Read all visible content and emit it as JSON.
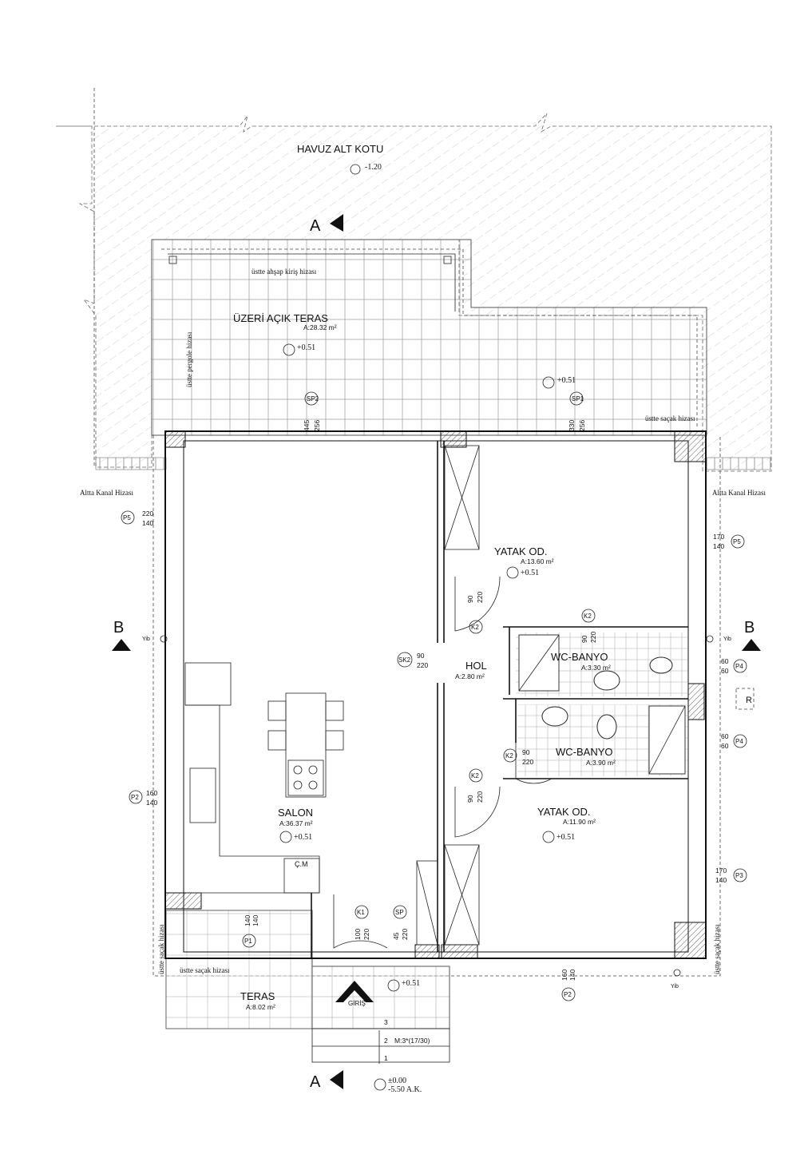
{
  "pool": {
    "label": "HAVUZ ALT KOTU",
    "level": "-1.20"
  },
  "section_a_top": "A",
  "section_a_bottom": "A",
  "section_b_left": "B",
  "section_b_right": "B",
  "terrace_top": {
    "beam_note": "üstte ahşap kiriş hizası",
    "pergola_note": "üstte pergole hizası",
    "title": "ÜZERİ AÇIK TERAS",
    "area": "A:28.32 m²",
    "level1": "+0.51",
    "level2": "+0.51"
  },
  "eaves_top_right": "üstte saçak hizası",
  "canal_left": "Altta Kanal Hizası",
  "canal_right": "Altta Kanal Hizası",
  "rooms": {
    "bed1": {
      "name": "YATAK OD.",
      "area": "A:13.60 m²",
      "level": "+0.51"
    },
    "bed2": {
      "name": "YATAK OD.",
      "area": "A:11.90 m²",
      "level": "+0.51"
    },
    "wc1": {
      "name": "WC-BANYO",
      "area": "A:3.30 m²"
    },
    "wc2": {
      "name": "WC-BANYO",
      "area": "A:3.90 m²"
    },
    "hol": {
      "name": "HOL",
      "area": "A:2.80 m²"
    },
    "salon": {
      "name": "SALON",
      "area": "A:36.37 m²",
      "level": "+0.51"
    },
    "teras": {
      "name": "TERAS",
      "area": "A:8.02 m²",
      "level": "+0.51"
    },
    "cm": "Ç.M"
  },
  "windows": {
    "sp2": {
      "tag": "SP2",
      "w": "445",
      "h": "256"
    },
    "sp1": {
      "tag": "SP1",
      "w": "330",
      "h": "256"
    },
    "p5a": {
      "tag": "P5",
      "w": "220",
      "h": "140"
    },
    "p5b": {
      "tag": "P5",
      "w": "170",
      "h": "140"
    },
    "p4a": {
      "tag": "P4",
      "w": "60",
      "h": "60"
    },
    "p4b": {
      "tag": "P4",
      "w": "60",
      "h": "60"
    },
    "p2a": {
      "tag": "P2",
      "w": "160",
      "h": "140"
    },
    "p2b": {
      "tag": "P2",
      "w": "160",
      "h": "140"
    },
    "p3": {
      "tag": "P3",
      "w": "170",
      "h": "140"
    },
    "p1": {
      "tag": "P1",
      "w": "140",
      "h": "140"
    }
  },
  "doors": {
    "k2_bed1": {
      "tag": "K2",
      "w": "90",
      "h": "220"
    },
    "k2_wc1": {
      "tag": "K2",
      "w": "90",
      "h": "220"
    },
    "sk2": {
      "tag": "SK2",
      "w": "90",
      "h": "220"
    },
    "k2_wc2": {
      "tag": "K2",
      "w": "90",
      "h": "220"
    },
    "k2_bed2": {
      "tag": "K2",
      "w": "90",
      "h": "220"
    },
    "k1": {
      "tag": "K1",
      "w": "100",
      "h": "220"
    },
    "sp": {
      "tag": "SP",
      "w": "45",
      "h": "220"
    }
  },
  "yib": {
    "left": "Yib",
    "right": "Yib",
    "bottom": "Yib"
  },
  "r_box": "R",
  "eaves_left": "üstte saçak hizası",
  "eaves_right": "üstte saçak hizası",
  "eaves_bottom": "üstte saçak hizası",
  "entry": "GİRİŞ",
  "stairs": {
    "s3": "3",
    "s2": "2",
    "s1": "1",
    "note": "M:3*(17/30)"
  },
  "ground": {
    "level": "±0.00",
    "ak": "-5.50 A.K."
  }
}
